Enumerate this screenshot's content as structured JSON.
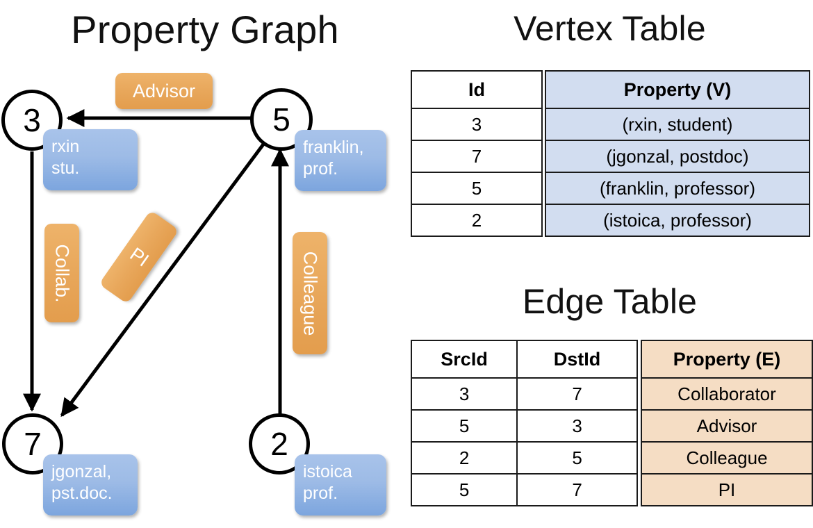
{
  "titles": {
    "graph": "Property Graph",
    "vertex_table": "Vertex Table",
    "edge_table": "Edge Table"
  },
  "colors": {
    "vertex_property_fill": "#d2ddf0",
    "edge_property_fill": "#f5ddc4",
    "vertex_box": "#9dbbe6",
    "edge_label_box": "#e8a75b",
    "stroke": "#000000",
    "background": "#ffffff"
  },
  "graph": {
    "nodes": [
      {
        "id": "3",
        "label": "3",
        "property_lines": [
          "rxin",
          "stu."
        ]
      },
      {
        "id": "5",
        "label": "5",
        "property_lines": [
          "franklin,",
          "prof."
        ]
      },
      {
        "id": "7",
        "label": "7",
        "property_lines": [
          "jgonzal,",
          "pst.doc."
        ]
      },
      {
        "id": "2",
        "label": "2",
        "property_lines": [
          "istoica",
          "prof."
        ]
      }
    ],
    "edge_labels": [
      {
        "name": "advisor",
        "text": "Advisor",
        "orientation": "horizontal"
      },
      {
        "name": "collab",
        "text": "Collab.",
        "orientation": "vertical"
      },
      {
        "name": "pi",
        "text": "PI",
        "orientation": "rotated"
      },
      {
        "name": "colleague",
        "text": "Colleague",
        "orientation": "vertical"
      }
    ],
    "edges": [
      {
        "from": "5",
        "to": "3",
        "label": "Advisor"
      },
      {
        "from": "3",
        "to": "7",
        "label": "Collab."
      },
      {
        "from": "5",
        "to": "7",
        "label": "PI"
      },
      {
        "from": "2",
        "to": "5",
        "label": "Colleague"
      }
    ]
  },
  "vertex_table": {
    "headers": [
      "Id",
      "Property (V)"
    ],
    "rows": [
      {
        "id": "3",
        "property": "(rxin, student)"
      },
      {
        "id": "7",
        "property": "(jgonzal, postdoc)"
      },
      {
        "id": "5",
        "property": "(franklin, professor)"
      },
      {
        "id": "2",
        "property": "(istoica, professor)"
      }
    ]
  },
  "edge_table": {
    "headers": [
      "SrcId",
      "DstId",
      "Property (E)"
    ],
    "rows": [
      {
        "src": "3",
        "dst": "7",
        "property": "Collaborator"
      },
      {
        "src": "5",
        "dst": "3",
        "property": "Advisor"
      },
      {
        "src": "2",
        "dst": "5",
        "property": "Colleague"
      },
      {
        "src": "5",
        "dst": "7",
        "property": "PI"
      }
    ]
  }
}
